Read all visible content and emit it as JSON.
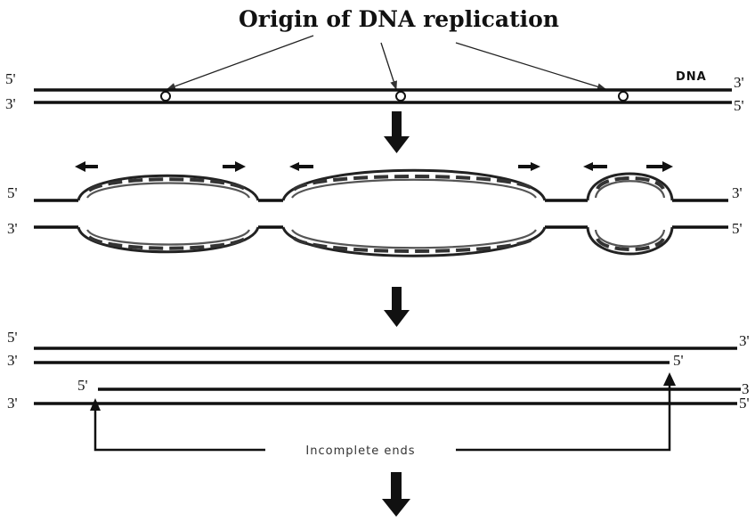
{
  "title": "Origin of DNA replication",
  "dna_label": "DNA",
  "caption": "Incomplete ends",
  "ends": {
    "five_prime": "5'",
    "three_prime": "3'",
    "three_prime_truncated": "3"
  },
  "colors": {
    "strand": "#111111",
    "background": "#ffffff"
  }
}
